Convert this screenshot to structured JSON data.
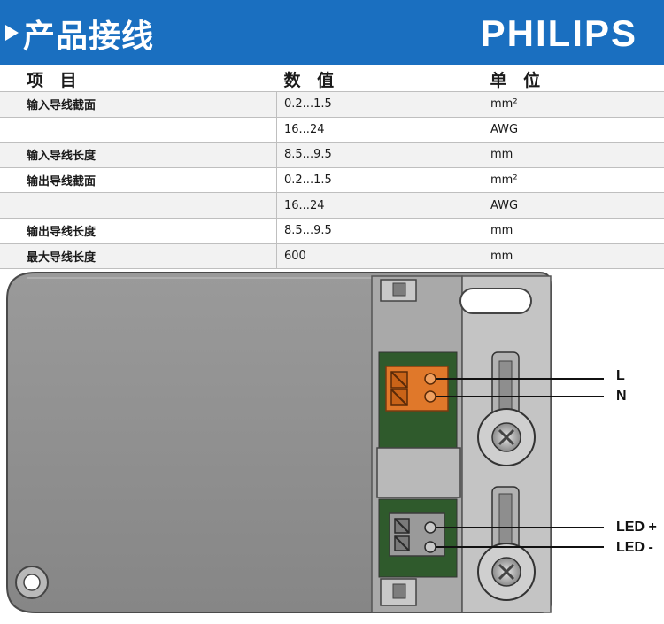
{
  "header": {
    "title": "产品接线",
    "brand": "PHILIPS"
  },
  "table": {
    "columns": [
      "项 目",
      "数 值",
      "单 位"
    ],
    "rows": [
      {
        "item": "输入导线截面",
        "value": "0.2...1.5",
        "unit": "mm²"
      },
      {
        "item": "",
        "value": "16...24",
        "unit": "AWG"
      },
      {
        "item": "输入导线长度",
        "value": "8.5...9.5",
        "unit": "mm"
      },
      {
        "item": "输出导线截面",
        "value": "0.2...1.5",
        "unit": "mm²"
      },
      {
        "item": "",
        "value": "16...24",
        "unit": "AWG"
      },
      {
        "item": "输出导线长度",
        "value": "8.5...9.5",
        "unit": "mm"
      },
      {
        "item": "最大导线长度",
        "value": "600",
        "unit": "mm"
      }
    ]
  },
  "diagram": {
    "labels": [
      "L",
      "N",
      "LED +",
      "LED -"
    ]
  }
}
